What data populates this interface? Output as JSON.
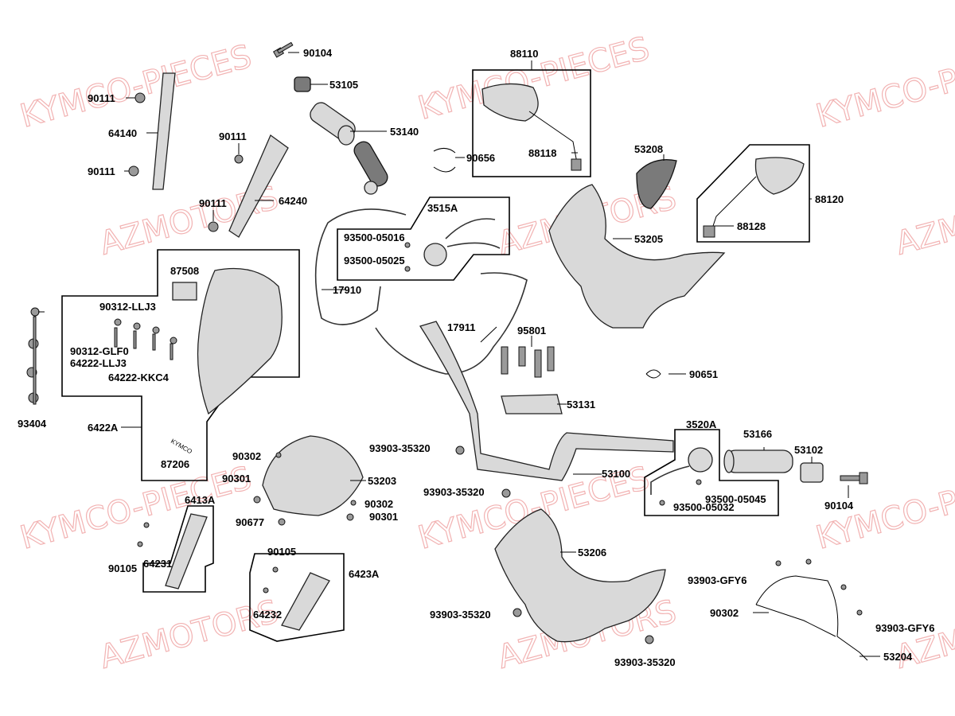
{
  "watermarks": [
    "KYMCO-PIECES",
    "KYMCO-PIECES",
    "KYMCO-PIECES",
    "AZMOTORS",
    "AZMOTORS",
    "AZMOTORS",
    "AZMOTORS",
    "KYMCO-PIECES",
    "KYMCO-PIECES",
    "KYMCO-PIECES",
    "AZMOTORS",
    "AZMOTORS"
  ],
  "labels": [
    {
      "id": "90104a",
      "text": "90104"
    },
    {
      "id": "53105",
      "text": "53105"
    },
    {
      "id": "53140",
      "text": "53140"
    },
    {
      "id": "90111a",
      "text": "90111"
    },
    {
      "id": "64140",
      "text": "64140"
    },
    {
      "id": "90111b",
      "text": "90111"
    },
    {
      "id": "90111c",
      "text": "90111"
    },
    {
      "id": "64240",
      "text": "64240"
    },
    {
      "id": "90111d",
      "text": "90111"
    },
    {
      "id": "88110",
      "text": "88110"
    },
    {
      "id": "88118",
      "text": "88118"
    },
    {
      "id": "53208",
      "text": "53208"
    },
    {
      "id": "88120",
      "text": "88120"
    },
    {
      "id": "88128",
      "text": "88128"
    },
    {
      "id": "53205",
      "text": "53205"
    },
    {
      "id": "90656",
      "text": "90656"
    },
    {
      "id": "3515A",
      "text": "3515A"
    },
    {
      "id": "93500-05016",
      "text": "93500-05016"
    },
    {
      "id": "93500-05025",
      "text": "93500-05025"
    },
    {
      "id": "17910",
      "text": "17910"
    },
    {
      "id": "17911",
      "text": "17911"
    },
    {
      "id": "95801",
      "text": "95801"
    },
    {
      "id": "90651",
      "text": "90651"
    },
    {
      "id": "53131",
      "text": "53131"
    },
    {
      "id": "87508",
      "text": "87508"
    },
    {
      "id": "90312-LLJ3",
      "text": "90312-LLJ3"
    },
    {
      "id": "90312-GLF0",
      "text": "90312-GLF0"
    },
    {
      "id": "64222-LLJ3",
      "text": "64222-LLJ3"
    },
    {
      "id": "64222-KKC4",
      "text": "64222-KKC4"
    },
    {
      "id": "93404",
      "text": "93404"
    },
    {
      "id": "6422A",
      "text": "6422A"
    },
    {
      "id": "87206",
      "text": "87206"
    },
    {
      "id": "93903-35320a",
      "text": "93903-35320"
    },
    {
      "id": "93903-35320b",
      "text": "93903-35320"
    },
    {
      "id": "53100",
      "text": "53100"
    },
    {
      "id": "3520A",
      "text": "3520A"
    },
    {
      "id": "53166",
      "text": "53166"
    },
    {
      "id": "53102",
      "text": "53102"
    },
    {
      "id": "93500-05045",
      "text": "93500-05045"
    },
    {
      "id": "93500-05032",
      "text": "93500-05032"
    },
    {
      "id": "90104b",
      "text": "90104"
    },
    {
      "id": "90302a",
      "text": "90302"
    },
    {
      "id": "90301a",
      "text": "90301"
    },
    {
      "id": "53203",
      "text": "53203"
    },
    {
      "id": "90302b",
      "text": "90302"
    },
    {
      "id": "90677",
      "text": "90677"
    },
    {
      "id": "90301b",
      "text": "90301"
    },
    {
      "id": "6413A",
      "text": "6413A"
    },
    {
      "id": "90105a",
      "text": "90105"
    },
    {
      "id": "64231",
      "text": "64231"
    },
    {
      "id": "90105b",
      "text": "90105"
    },
    {
      "id": "6423A",
      "text": "6423A"
    },
    {
      "id": "64232",
      "text": "64232"
    },
    {
      "id": "53206",
      "text": "53206"
    },
    {
      "id": "93903-35320c",
      "text": "93903-35320"
    },
    {
      "id": "93903-35320d",
      "text": "93903-35320"
    },
    {
      "id": "93903-GFY6a",
      "text": "93903-GFY6"
    },
    {
      "id": "90302c",
      "text": "90302"
    },
    {
      "id": "93903-GFY6b",
      "text": "93903-GFY6"
    },
    {
      "id": "53204",
      "text": "53204"
    }
  ],
  "small_mark": {
    "text": "KYMCO"
  }
}
